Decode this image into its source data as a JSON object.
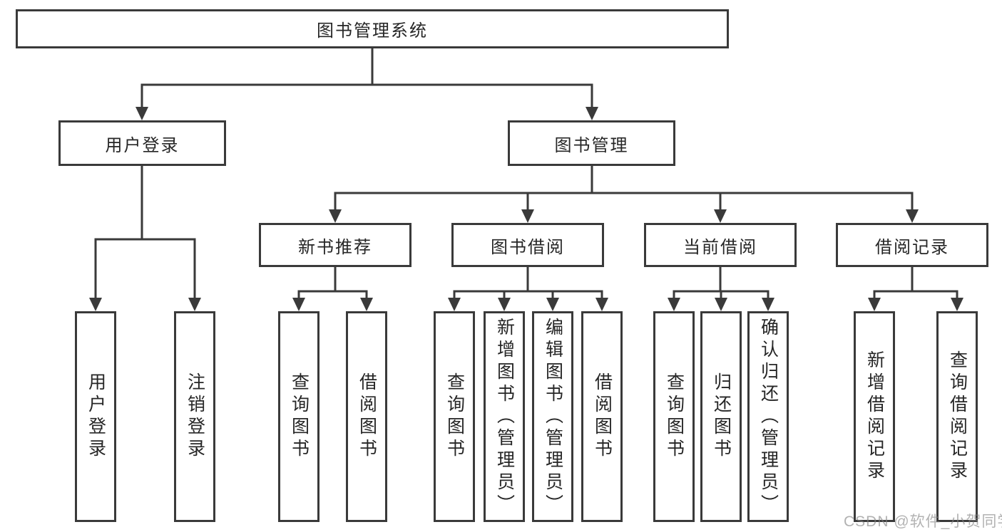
{
  "root": {
    "label": "图书管理系统"
  },
  "user_login": {
    "label": "用户登录",
    "children": {
      "login": "用户登录",
      "logout": "注销登录"
    }
  },
  "book_management": {
    "label": "图书管理",
    "sections": {
      "new_book": {
        "label": "新书推荐",
        "children": {
          "query_books": "查询图书",
          "borrow_books": "借阅图书"
        }
      },
      "borrowing": {
        "label": "图书借阅",
        "children": {
          "query_books": "查询图书",
          "add_books": "新增图书（管理员）",
          "edit_books": "编辑图书（管理员）",
          "borrow_books": "借阅图书"
        }
      },
      "current": {
        "label": "当前借阅",
        "children": {
          "query_books": "查询图书",
          "return_books": "归还图书",
          "confirm_return": "确认归还（管理员）"
        }
      },
      "records": {
        "label": "借阅记录",
        "children": {
          "add_record": "新增借阅记录",
          "query_record": "查询借阅记录"
        }
      }
    }
  },
  "watermark": "CSDN @软件_小贺同学",
  "colors": {
    "line": "#3a3a3a",
    "text": "#262626",
    "background": "#ffffff",
    "watermark": "#828282"
  }
}
